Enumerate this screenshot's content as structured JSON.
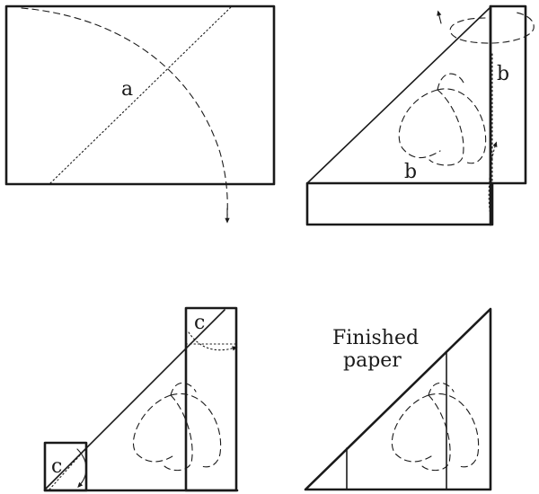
{
  "steps": [
    {
      "fold_label": "a"
    },
    {
      "fold_label_top": "b",
      "fold_label_bottom": "b"
    },
    {
      "fold_label_top": "c",
      "fold_label_bottom": "c"
    },
    {
      "caption_line1": "Finished",
      "caption_line2": "paper"
    }
  ]
}
